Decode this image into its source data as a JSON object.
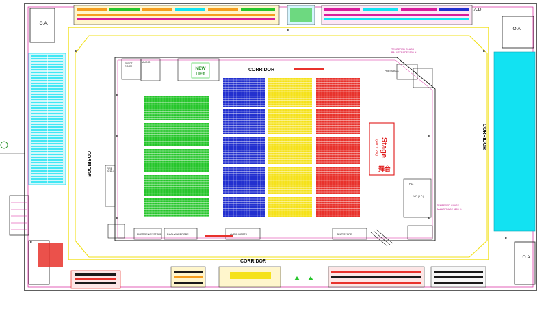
{
  "labels": {
    "corridor": "CORRIDOR",
    "oa": "O.A.",
    "ad": "A.D",
    "new_lift": [
      "NEW",
      "LIFT"
    ],
    "stage": {
      "title": "Stage",
      "size": "(40' x 24')",
      "chinese": "舞台"
    },
    "small": {
      "tempered_glass_top": [
        "TEMPERED GLASS",
        "BALUSTRADE 1100 H."
      ],
      "tempered_glass_bottom": [
        "TEMPERED GLASS",
        "BALUSTRADE 1100 H."
      ],
      "press_box": "PRESS BOX",
      "audio": "AUDIO",
      "electrical_room": [
        "ELECT.",
        "ROOM"
      ],
      "fire_service": [
        "FIRE",
        "SERV."
      ],
      "pd": "P.D.",
      "vip": "VIP (3 P.)",
      "emergency_store": "EMERGENCY STORE",
      "dual_wardrobe": "DUAL WARDROBE",
      "audio_booth": "AUDIO BOOTH",
      "seat_store": "SEAT STORE"
    },
    "exit": "E"
  },
  "colors": {
    "wall": "#1a1a1a",
    "yellow_line": "#f2e11a",
    "magenta_line": "#d81d9c",
    "cyan": "#12e2f2",
    "green": "#27c62c",
    "blue": "#2330cf",
    "yellow": "#f5e21b",
    "red": "#e8322c",
    "orange": "#f59d1e",
    "stage": "#e01818"
  },
  "seating_blocks": {
    "green": {
      "rows": 45,
      "cols": 24
    },
    "blue": {
      "rows": 50,
      "cols": 16
    },
    "yellow": {
      "rows": 50,
      "cols": 16
    },
    "red": {
      "rows": 50,
      "cols": 16
    }
  }
}
